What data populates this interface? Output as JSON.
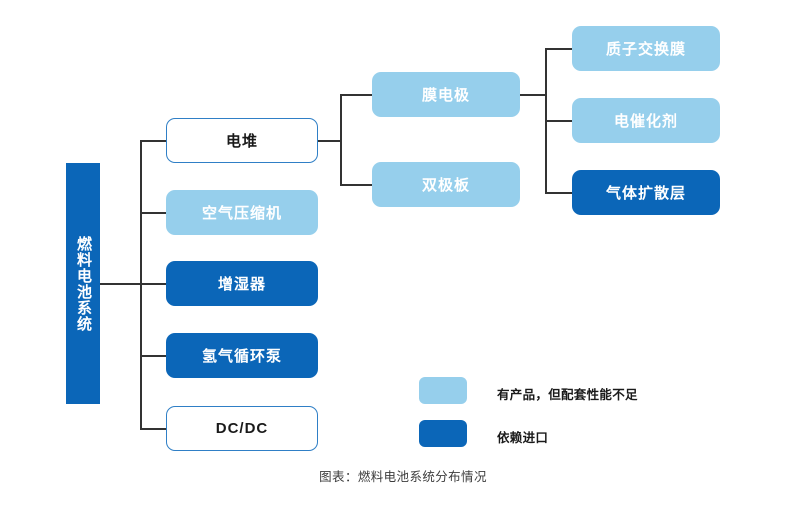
{
  "diagram": {
    "root": {
      "label": "燃料电池系统"
    },
    "level1": [
      {
        "id": "stack",
        "label": "电堆",
        "style": "outline"
      },
      {
        "id": "air-comp",
        "label": "空气压缩机",
        "style": "light"
      },
      {
        "id": "humidifier",
        "label": "增湿器",
        "style": "dark"
      },
      {
        "id": "h2-pump",
        "label": "氢气循环泵",
        "style": "dark"
      },
      {
        "id": "dcdc",
        "label": "DC/DC",
        "style": "outline"
      }
    ],
    "level2": [
      {
        "id": "mea",
        "label": "膜电极",
        "style": "light"
      },
      {
        "id": "bipolar",
        "label": "双极板",
        "style": "light"
      }
    ],
    "level3": [
      {
        "id": "pem",
        "label": "质子交换膜",
        "style": "light"
      },
      {
        "id": "catalyst",
        "label": "电催化剂",
        "style": "light"
      },
      {
        "id": "gdl",
        "label": "气体扩散层",
        "style": "dark"
      }
    ]
  },
  "legend": {
    "items": [
      {
        "style": "light",
        "label": "有产品，但配套性能不足"
      },
      {
        "style": "dark",
        "label": "依赖进口"
      }
    ]
  },
  "caption": {
    "text": "图表：燃料电池系统分布情况"
  },
  "colors": {
    "light_blue": "#96cfec",
    "dark_blue": "#0b66b8",
    "outline_border": "#2f7fc6",
    "line": "#333333",
    "background": "#ffffff"
  }
}
